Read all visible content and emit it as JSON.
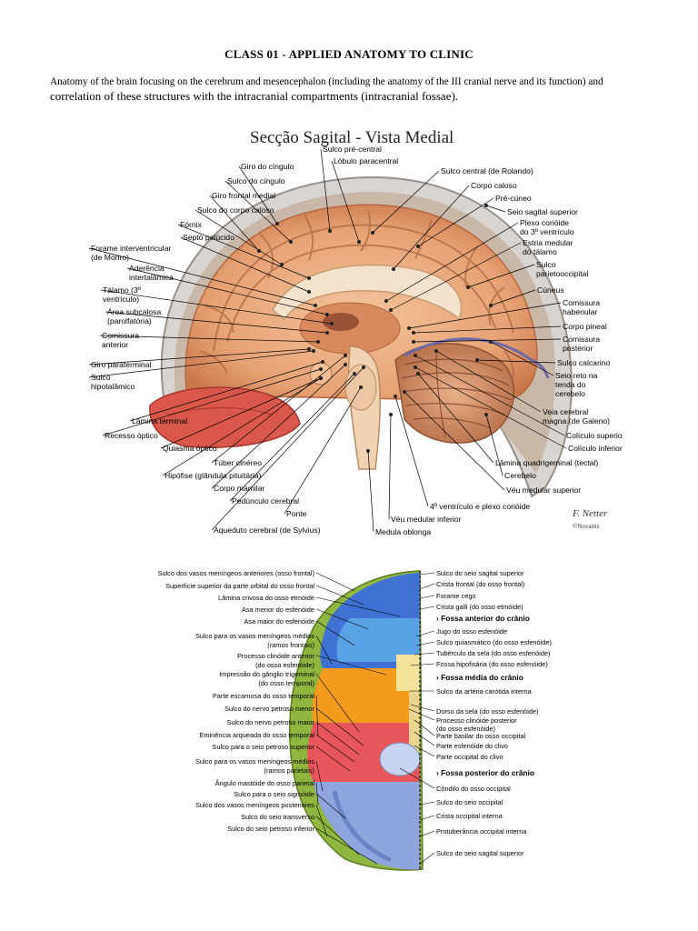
{
  "title": "CLASS 01 - APPLIED ANATOMY TO CLINIC",
  "intro": {
    "line1": "Anatomy of the brain focusing on the cerebrum and mesencephalon (including the anatomy of the III cranial nerve and its function) and",
    "line2": "correlation of these structures with the intracranial compartments (intracranial fossae)."
  },
  "figure1": {
    "title": "Secção Sagital - Vista Medial",
    "signature": "F. Netter",
    "publisher": "©Novartis",
    "labels_top": [
      "Sulco pré-central",
      "Lóbulo paracentral"
    ],
    "labels_left": [
      "Giro do cíngulo",
      "Sulco do cíngulo",
      "Giro frontal medial",
      "Sulco do corpo caloso",
      "Fórnix",
      "Septo pelúcido",
      "Forame interventricular",
      "(de Monro)",
      "Aderência",
      "intertalâmica",
      "Tálamo (3º",
      "ventrículo)",
      "Área subcalosa",
      "(parolfatória)",
      "Comissura",
      "anterior",
      "Giro paraterminal",
      "Sulco",
      "hipotalâmico",
      "Lâmina terminal",
      "Recesso óptico",
      "Quiasma óptico",
      "Túber cinéreo",
      "Hipófise (glândula pituitária)",
      "Corpo mamilar",
      "Pedúnculo cerebral",
      "Ponte",
      "Aqueduto cerebral (de Sylvius)"
    ],
    "labels_right": [
      "Sulco central (de Rolando)",
      "Corpo caloso",
      "Pré-cúneo",
      "Seio sagital superior",
      "Plexo corióide",
      "do 3º ventrículo",
      "Estria medular",
      "do tálamo",
      "Sulco",
      "parietooccipital",
      "Cúneus",
      "Comissura",
      "habenular",
      "Corpo pineal",
      "Comissura",
      "posterior",
      "Sulco calcarino",
      "Seio reto na",
      "tenda do",
      "cerebelo",
      "Veia cerebral",
      "magna (de Galeno)",
      "Colículo superior",
      "Colículo inferior",
      "Lâmina quadrigeminal (tectal)",
      "Cerebelo",
      "Véu medular superior"
    ],
    "labels_bottom": [
      "4º ventrículo e plexo corióide",
      "Véu medular inferior",
      "Medula oblonga"
    ]
  },
  "figure2": {
    "labels_left": [
      "Sulco dos vasos meníngeos anteriores (osso frontal)",
      "Superfície superior da parte orbital do osso frontal",
      "Lâmina crivosa do osso etmóide",
      "Asa menor do esfenóide",
      "Asa maior do esfenóide",
      "Sulco para os vasos meníngeos médios",
      "(ramos frontais)",
      "Processo clinóide anterior",
      "(do osso esfenóide)",
      "Impressão do gânglio trigeminal",
      "(do osso temporal)",
      "Parte escamosa do osso temporal",
      "Sulco do nervo petroso menor",
      "Sulco do nervo petroso maior",
      "Eminência arqueada do osso temporal",
      "Sulco para o seio petroso superior",
      "Sulco para os vasos meníngeos médios",
      "(ramos parietais)",
      "Ângulo mastóide do osso parietal",
      "Sulco para o seio sigmóide",
      "Sulco dos vasos meníngeos posteriores",
      "Sulco do seio transverso",
      "Sulco do seio petroso inferior"
    ],
    "labels_right": [
      "Sulco do seio sagital superior",
      "Crista frontal (do osso frontal)",
      "Forame cego",
      "Crista galli (do osso etmóide)",
      "Fossa anterior do crânio",
      "Jugo do osso esfenóide",
      "Sulco quiasmático (do osso esfenóide)",
      "Tubérculo da sela (do osso esfenóide)",
      "Fossa hipofisária (do osso esfenóide)",
      "Fossa média do crânio",
      "Sulco da artéria carótida interna",
      "Dorso da sela (do osso esfenóide)",
      "Processo clinóide posterior",
      "(do osso esfenóide)",
      "Parte basilar do osso occipital",
      "Parte esfenóide do clivo",
      "Parte occipital do clivo",
      "Fossa posterior do crânio",
      "Côndilo do osso occipital",
      "Sulco do seio occipital",
      "Crista occipital interna",
      "Protuberância occipital interna",
      "Sulco do seio sagital superior"
    ]
  }
}
